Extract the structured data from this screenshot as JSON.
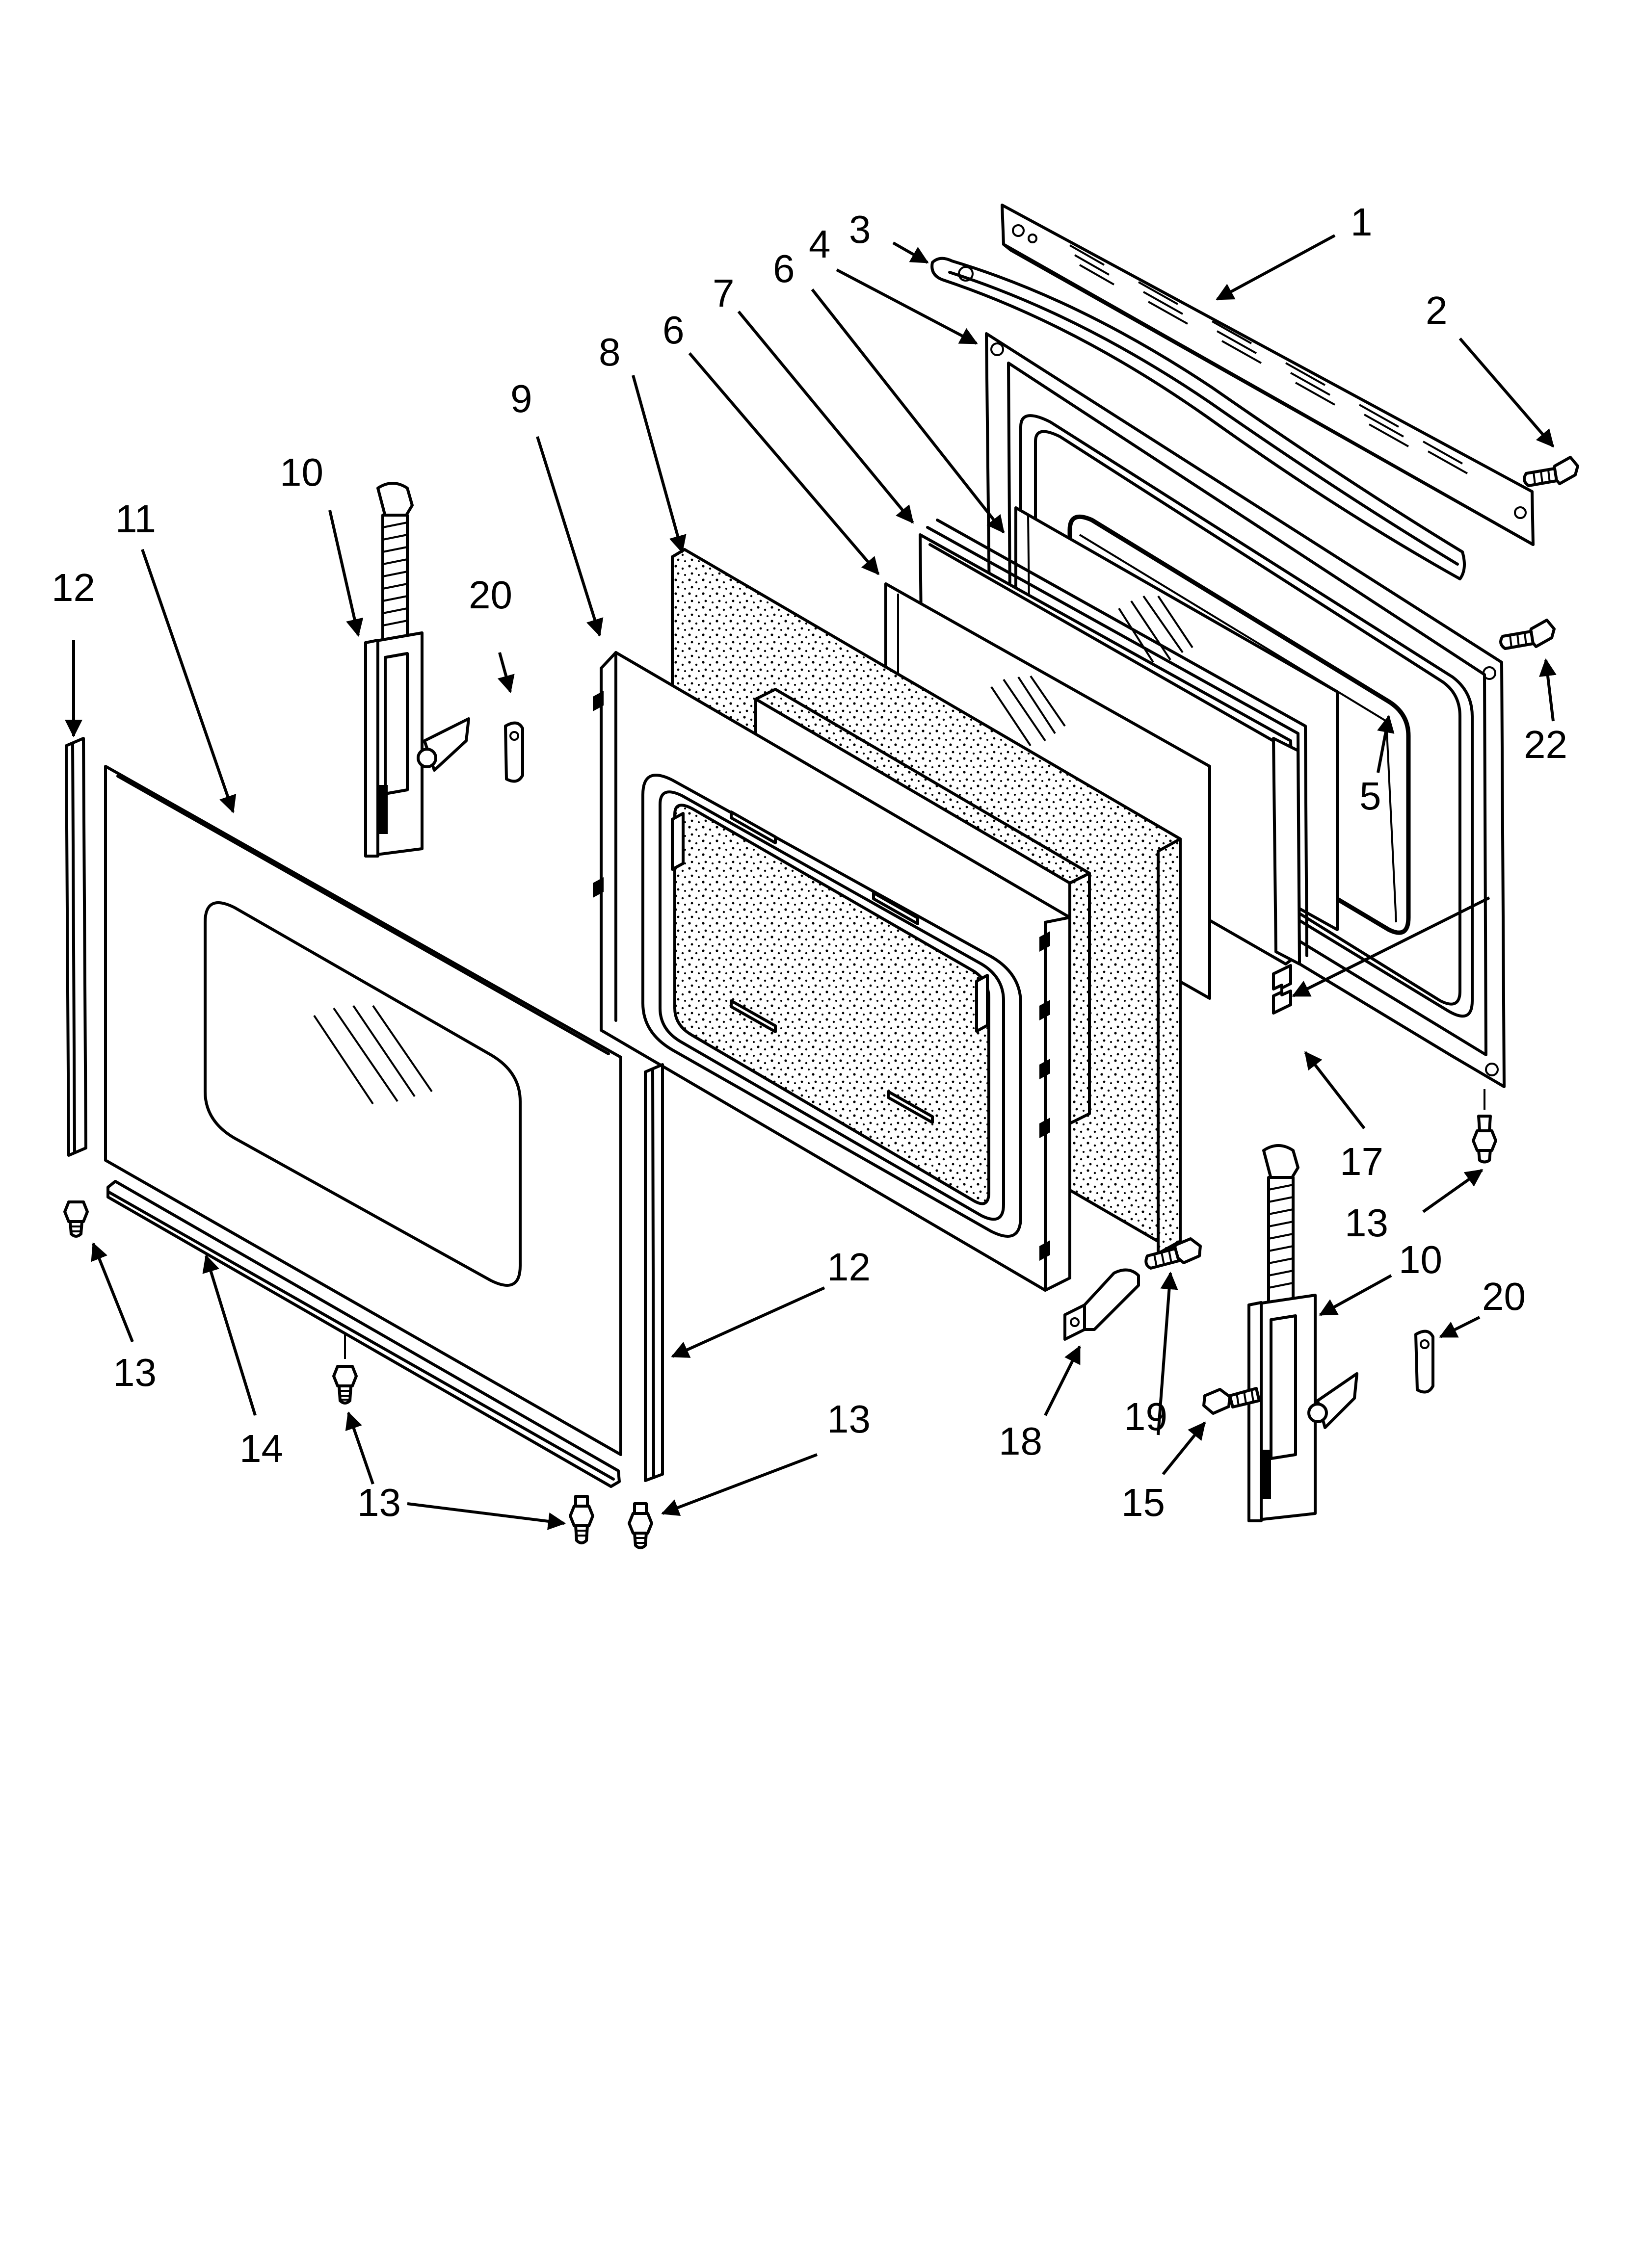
{
  "callouts": [
    {
      "id": "c1",
      "label": "1"
    },
    {
      "id": "c2",
      "label": "2"
    },
    {
      "id": "c3",
      "label": "3"
    },
    {
      "id": "c4",
      "label": "4"
    },
    {
      "id": "c5",
      "label": "5"
    },
    {
      "id": "c6a",
      "label": "6"
    },
    {
      "id": "c6b",
      "label": "6"
    },
    {
      "id": "c7",
      "label": "7"
    },
    {
      "id": "c8",
      "label": "8"
    },
    {
      "id": "c9",
      "label": "9"
    },
    {
      "id": "c10a",
      "label": "10"
    },
    {
      "id": "c10b",
      "label": "10"
    },
    {
      "id": "c11",
      "label": "11"
    },
    {
      "id": "c12a",
      "label": "12"
    },
    {
      "id": "c12b",
      "label": "12"
    },
    {
      "id": "c13a",
      "label": "13"
    },
    {
      "id": "c13b",
      "label": "13"
    },
    {
      "id": "c13c",
      "label": "13"
    },
    {
      "id": "c13d",
      "label": "13"
    },
    {
      "id": "c14",
      "label": "14"
    },
    {
      "id": "c15",
      "label": "15"
    },
    {
      "id": "c17",
      "label": "17"
    },
    {
      "id": "c18",
      "label": "18"
    },
    {
      "id": "c19",
      "label": "19"
    },
    {
      "id": "c20a",
      "label": "20"
    },
    {
      "id": "c20b",
      "label": "20"
    },
    {
      "id": "c22",
      "label": "22"
    }
  ]
}
